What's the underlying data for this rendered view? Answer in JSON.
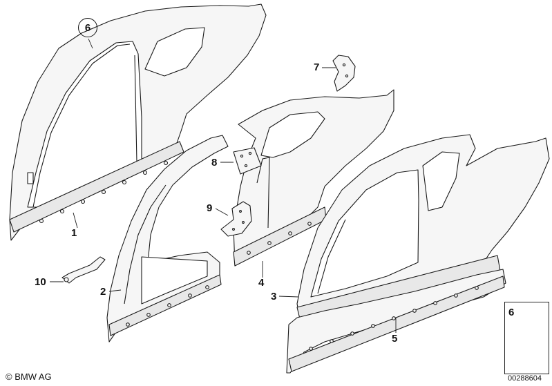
{
  "callouts": {
    "c1": "1",
    "c2": "2",
    "c3": "3",
    "c4": "4",
    "c5": "5",
    "c6": "6",
    "c7": "7",
    "c8": "8",
    "c9": "9",
    "c10": "10",
    "hardware": "6"
  },
  "copyright": "© BMW AG",
  "document_number": "00288604",
  "colors": {
    "stroke": "#1a1a1a",
    "fill": "#f4f4f4",
    "shadow": "#dcdcdc"
  }
}
